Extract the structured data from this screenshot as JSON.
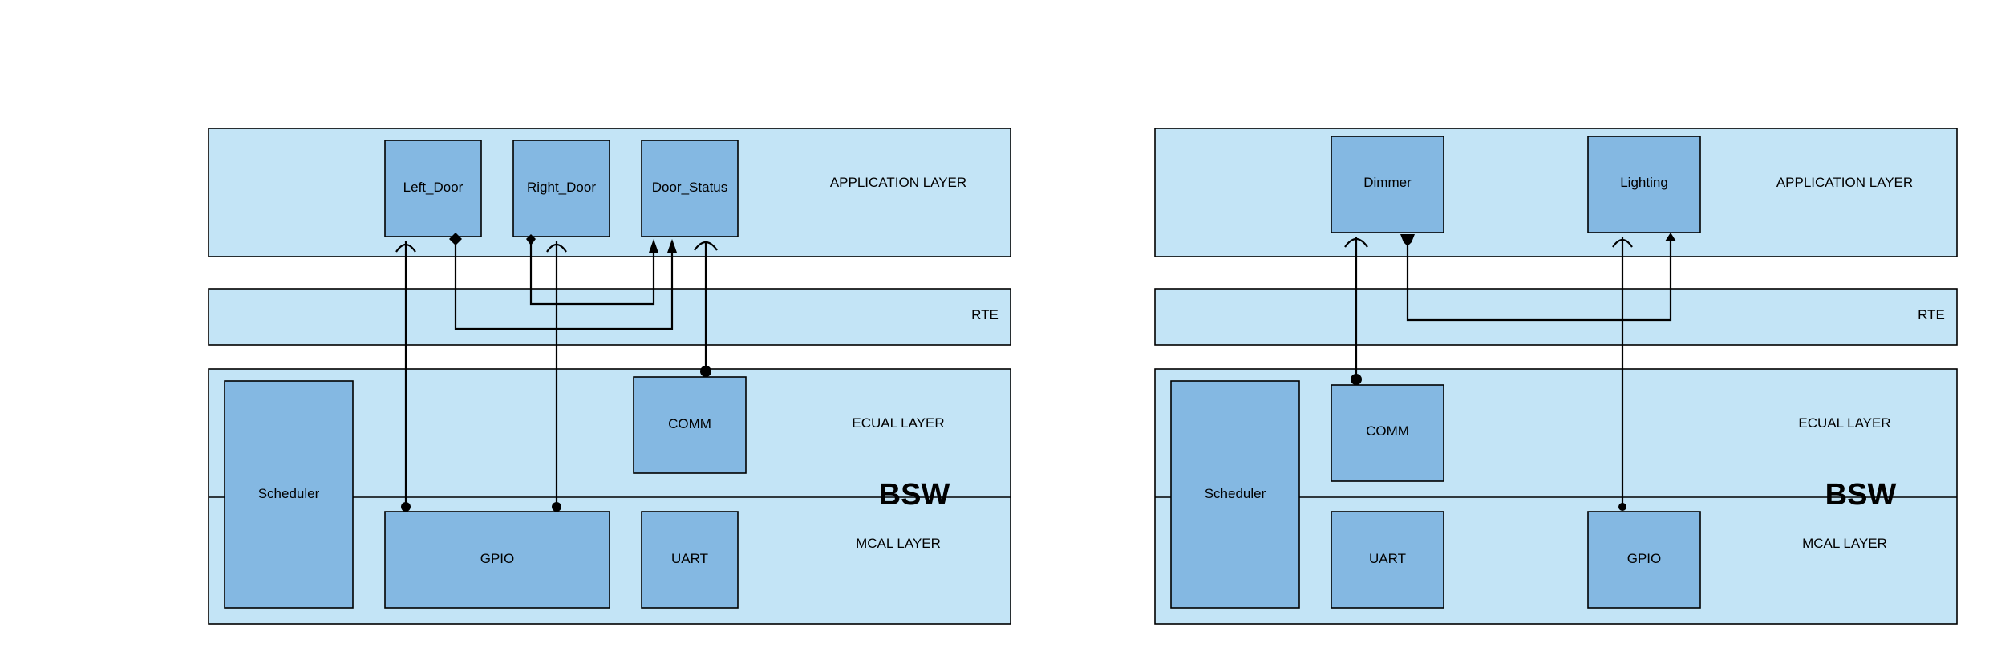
{
  "left": {
    "app_layer_label": "APPLICATION LAYER",
    "rte_label": "RTE",
    "ecual_label": "ECUAL LAYER",
    "mcal_label": "MCAL LAYER",
    "bsw_label": "BSW",
    "components": {
      "left_door": "Left_Door",
      "right_door": "Right_Door",
      "door_status": "Door_Status",
      "scheduler": "Scheduler",
      "comm": "COMM",
      "gpio": "GPIO",
      "uart": "UART"
    }
  },
  "right": {
    "app_layer_label": "APPLICATION LAYER",
    "rte_label": "RTE",
    "ecual_label": "ECUAL LAYER",
    "mcal_label": "MCAL LAYER",
    "bsw_label": "BSW",
    "components": {
      "dimmer": "Dimmer",
      "lighting": "Lighting",
      "scheduler": "Scheduler",
      "comm": "COMM",
      "uart": "UART",
      "gpio": "GPIO"
    }
  },
  "colors": {
    "layer_fill": "#c3e4f6",
    "component_fill": "#84b8e2",
    "line": "#000000"
  }
}
